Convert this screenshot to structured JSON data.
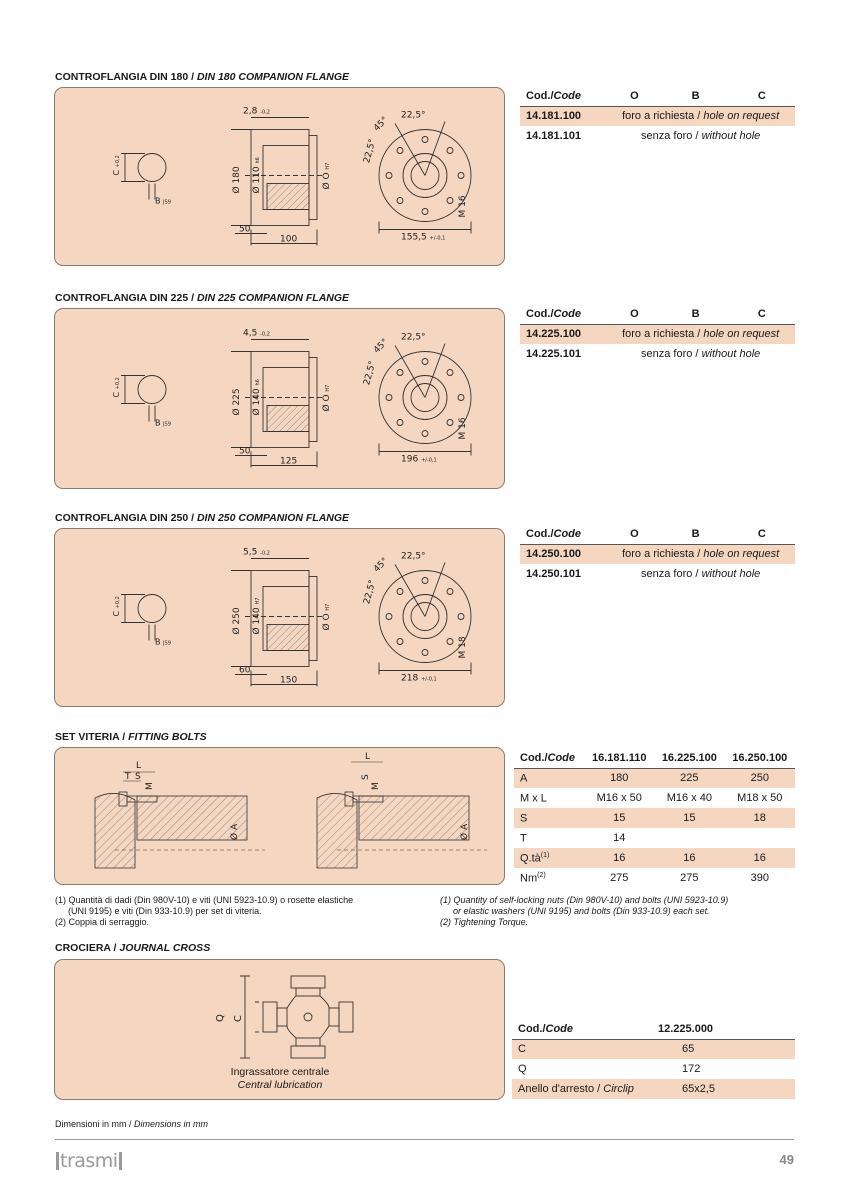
{
  "flanges": [
    {
      "title_it": "CONTROFLANGIA DIN 180 / ",
      "title_en": "DIN 180 COMPANION FLANGE",
      "dims": {
        "t": "2,8",
        "t_tol": "-0,2",
        "od": "Ø 180",
        "pilot": "Ø 110",
        "pilot_tol": "h6",
        "bore": "Ø O",
        "bore_tol": "H7",
        "len1": "50",
        "len2": "100",
        "bcd": "155,5",
        "bcd_tol": "+/-0,1",
        "angle1": "22,5°",
        "angle2": "45°",
        "angle3": "22,5°",
        "thread": "M 16",
        "key_c": "C",
        "key_c_tol": "+0,2",
        "key_b": "B",
        "key_b_tol": "JS9"
      },
      "table": {
        "head": {
          "code": "Cod./",
          "code_en": "Code",
          "o": "O",
          "b": "B",
          "c": "C"
        },
        "rows": [
          {
            "code": "14.181.100",
            "desc_it": "foro a richiesta / ",
            "desc_en": "hole on request"
          },
          {
            "code": "14.181.101",
            "desc_it": "senza foro / ",
            "desc_en": "without hole"
          }
        ]
      }
    },
    {
      "title_it": "CONTROFLANGIA DIN 225 / ",
      "title_en": "DIN 225 COMPANION FLANGE",
      "dims": {
        "t": "4,5",
        "t_tol": "-0,2",
        "od": "Ø 225",
        "pilot": "Ø 140",
        "pilot_tol": "h6",
        "bore": "Ø O",
        "bore_tol": "H7",
        "len1": "50",
        "len2": "125",
        "bcd": "196",
        "bcd_tol": "+/-0,1",
        "angle1": "22,5°",
        "angle2": "45°",
        "angle3": "22,5°",
        "thread": "M 16",
        "key_c": "C",
        "key_c_tol": "+0,2",
        "key_b": "B",
        "key_b_tol": "JS9"
      },
      "table": {
        "head": {
          "code": "Cod./",
          "code_en": "Code",
          "o": "O",
          "b": "B",
          "c": "C"
        },
        "rows": [
          {
            "code": "14.225.100",
            "desc_it": "foro a richiesta / ",
            "desc_en": "hole on request"
          },
          {
            "code": "14.225.101",
            "desc_it": "senza foro / ",
            "desc_en": "without hole"
          }
        ]
      }
    },
    {
      "title_it": "CONTROFLANGIA DIN 250 / ",
      "title_en": "DIN 250 COMPANION FLANGE",
      "dims": {
        "t": "5,5",
        "t_tol": "-0,2",
        "od": "Ø 250",
        "pilot": "Ø 140",
        "pilot_tol": "H7",
        "bore": "Ø O",
        "bore_tol": "H7",
        "len1": "60",
        "len2": "150",
        "bcd": "218",
        "bcd_tol": "+/-0,1",
        "angle1": "22,5°",
        "angle2": "45°",
        "angle3": "22,5°",
        "thread": "M 18",
        "key_c": "C",
        "key_c_tol": "+0,2",
        "key_b": "B",
        "key_b_tol": "JS9"
      },
      "table": {
        "head": {
          "code": "Cod./",
          "code_en": "Code",
          "o": "O",
          "b": "B",
          "c": "C"
        },
        "rows": [
          {
            "code": "14.250.100",
            "desc_it": "foro a richiesta / ",
            "desc_en": "hole on request"
          },
          {
            "code": "14.250.101",
            "desc_it": "senza foro / ",
            "desc_en": "without hole"
          }
        ]
      }
    }
  ],
  "bolts": {
    "title_it": "SET VITERIA / ",
    "title_en": "FITTING BOLTS",
    "dims": {
      "l": "L",
      "t": "T",
      "s": "S",
      "m": "M",
      "a": "Ø A"
    },
    "table": {
      "head": {
        "code": "Cod./",
        "code_en": "Code",
        "c1": "16.181.110",
        "c2": "16.225.100",
        "c3": "16.250.100"
      },
      "rows": [
        {
          "label": "A",
          "sup": "",
          "v1": "180",
          "v2": "225",
          "v3": "250"
        },
        {
          "label": "M x L",
          "sup": "",
          "v1": "M16 x 50",
          "v2": "M16 x 40",
          "v3": "M18 x 50"
        },
        {
          "label": "S",
          "sup": "",
          "v1": "15",
          "v2": "15",
          "v3": "18"
        },
        {
          "label": "T",
          "sup": "",
          "v1": "14",
          "v2": "",
          "v3": ""
        },
        {
          "label": "Q.tà",
          "sup": "(1)",
          "v1": "16",
          "v2": "16",
          "v3": "16"
        },
        {
          "label": "Nm",
          "sup": "(2)",
          "v1": "275",
          "v2": "275",
          "v3": "390"
        }
      ]
    },
    "notes_it": [
      "(1) Quantità di dadi (Din 980V-10) e viti (UNI 5923-10.9) o rosette elastiche",
      "(UNI 9195) e viti (Din 933-10.9) per set di viteria.",
      "(2) Coppia di serraggio."
    ],
    "notes_en": [
      "(1) Quantity of self-locking nuts (Din 980V-10) and bolts (UNI 5923-10.9)",
      "or elastic washers (UNI 9195) and bolts (Din 933-10.9) each set.",
      "(2) Tightening Torque."
    ]
  },
  "cross": {
    "title_it": "CROCIERA / ",
    "title_en": "JOURNAL CROSS",
    "lub_it": "Ingrassatore centrale",
    "lub_en": "Central lubrication",
    "dims": {
      "q": "Q",
      "c": "C"
    },
    "table": {
      "head": {
        "code": "Cod./",
        "code_en": "Code",
        "c1": "12.225.000"
      },
      "rows": [
        {
          "label_it": "C",
          "label_en": "",
          "v": "65"
        },
        {
          "label_it": "Q",
          "label_en": "",
          "v": "172"
        },
        {
          "label_it": "Anello d'arresto / ",
          "label_en": "Circlip",
          "v": "65x2,5"
        }
      ]
    }
  },
  "footer": {
    "dims_it": "Dimensioni in mm / ",
    "dims_en": "Dimensions in mm",
    "logo": "trasmi",
    "page": "49"
  }
}
